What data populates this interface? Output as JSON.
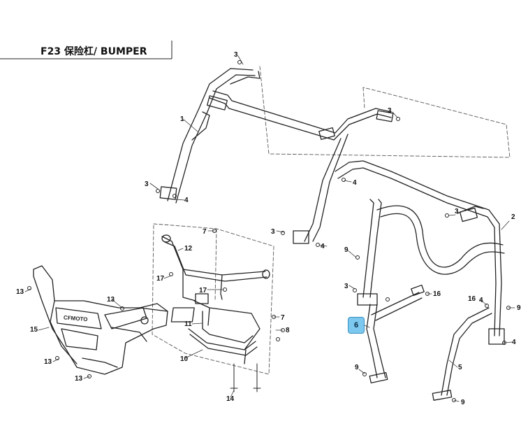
{
  "header": {
    "title": "F23 保险杠/ BUMPER"
  },
  "highlight": {
    "part": "6",
    "color": "#7cc8ee"
  },
  "brand_mark": "CFMOTO",
  "callouts": {
    "c1": "1",
    "c2": "2",
    "c3a": "3",
    "c3b": "3",
    "c3c": "3",
    "c3d": "3",
    "c3e": "3",
    "c3f": "3",
    "c4a": "4",
    "c4b": "4",
    "c4c": "4",
    "c4d": "4",
    "c4e": "4",
    "c5": "5",
    "c7a": "7",
    "c7b": "7",
    "c8": "8",
    "c9a": "9",
    "c9b": "9",
    "c9c": "9",
    "c9d": "9",
    "c10": "10",
    "c11": "11",
    "c12": "12",
    "c13a": "13",
    "c13b": "13",
    "c13c": "13",
    "c13d": "13",
    "c14": "14",
    "c15": "15",
    "c16a": "16",
    "c16b": "16",
    "c17a": "17",
    "c17b": "17"
  }
}
